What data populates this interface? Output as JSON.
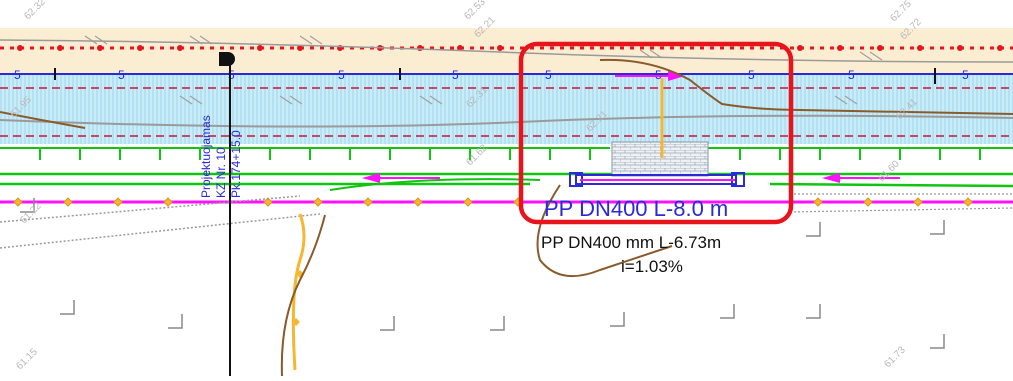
{
  "drawing": {
    "elevations": [
      "62.32",
      "62.53",
      "62.21",
      "62.75",
      "62.72",
      "61.95",
      "62.31",
      "62.21",
      "62.41",
      "61.62",
      "61.60",
      "61.22",
      "61.15",
      "61.73"
    ],
    "pipe_planned": "PP DN400 L-8.0 m",
    "pipe_existing": "PP DN400 mm L-6.73m",
    "slope": "i=1.03%",
    "station_label_1": "Projektuojamas",
    "station_label_2": "KZ Nr. 10",
    "station_label_3": "Pk.174+15.0",
    "lane_marker": "5"
  },
  "colors": {
    "highlight": "#e8141c",
    "pipe_text": "#2a2ad8",
    "magenta": "#ff10ff",
    "green": "#11c411",
    "road_fill": "#fbedd2",
    "hatch_fill": "#c8ecf8",
    "brown": "#8a5a2a",
    "orange": "#f5b731"
  }
}
